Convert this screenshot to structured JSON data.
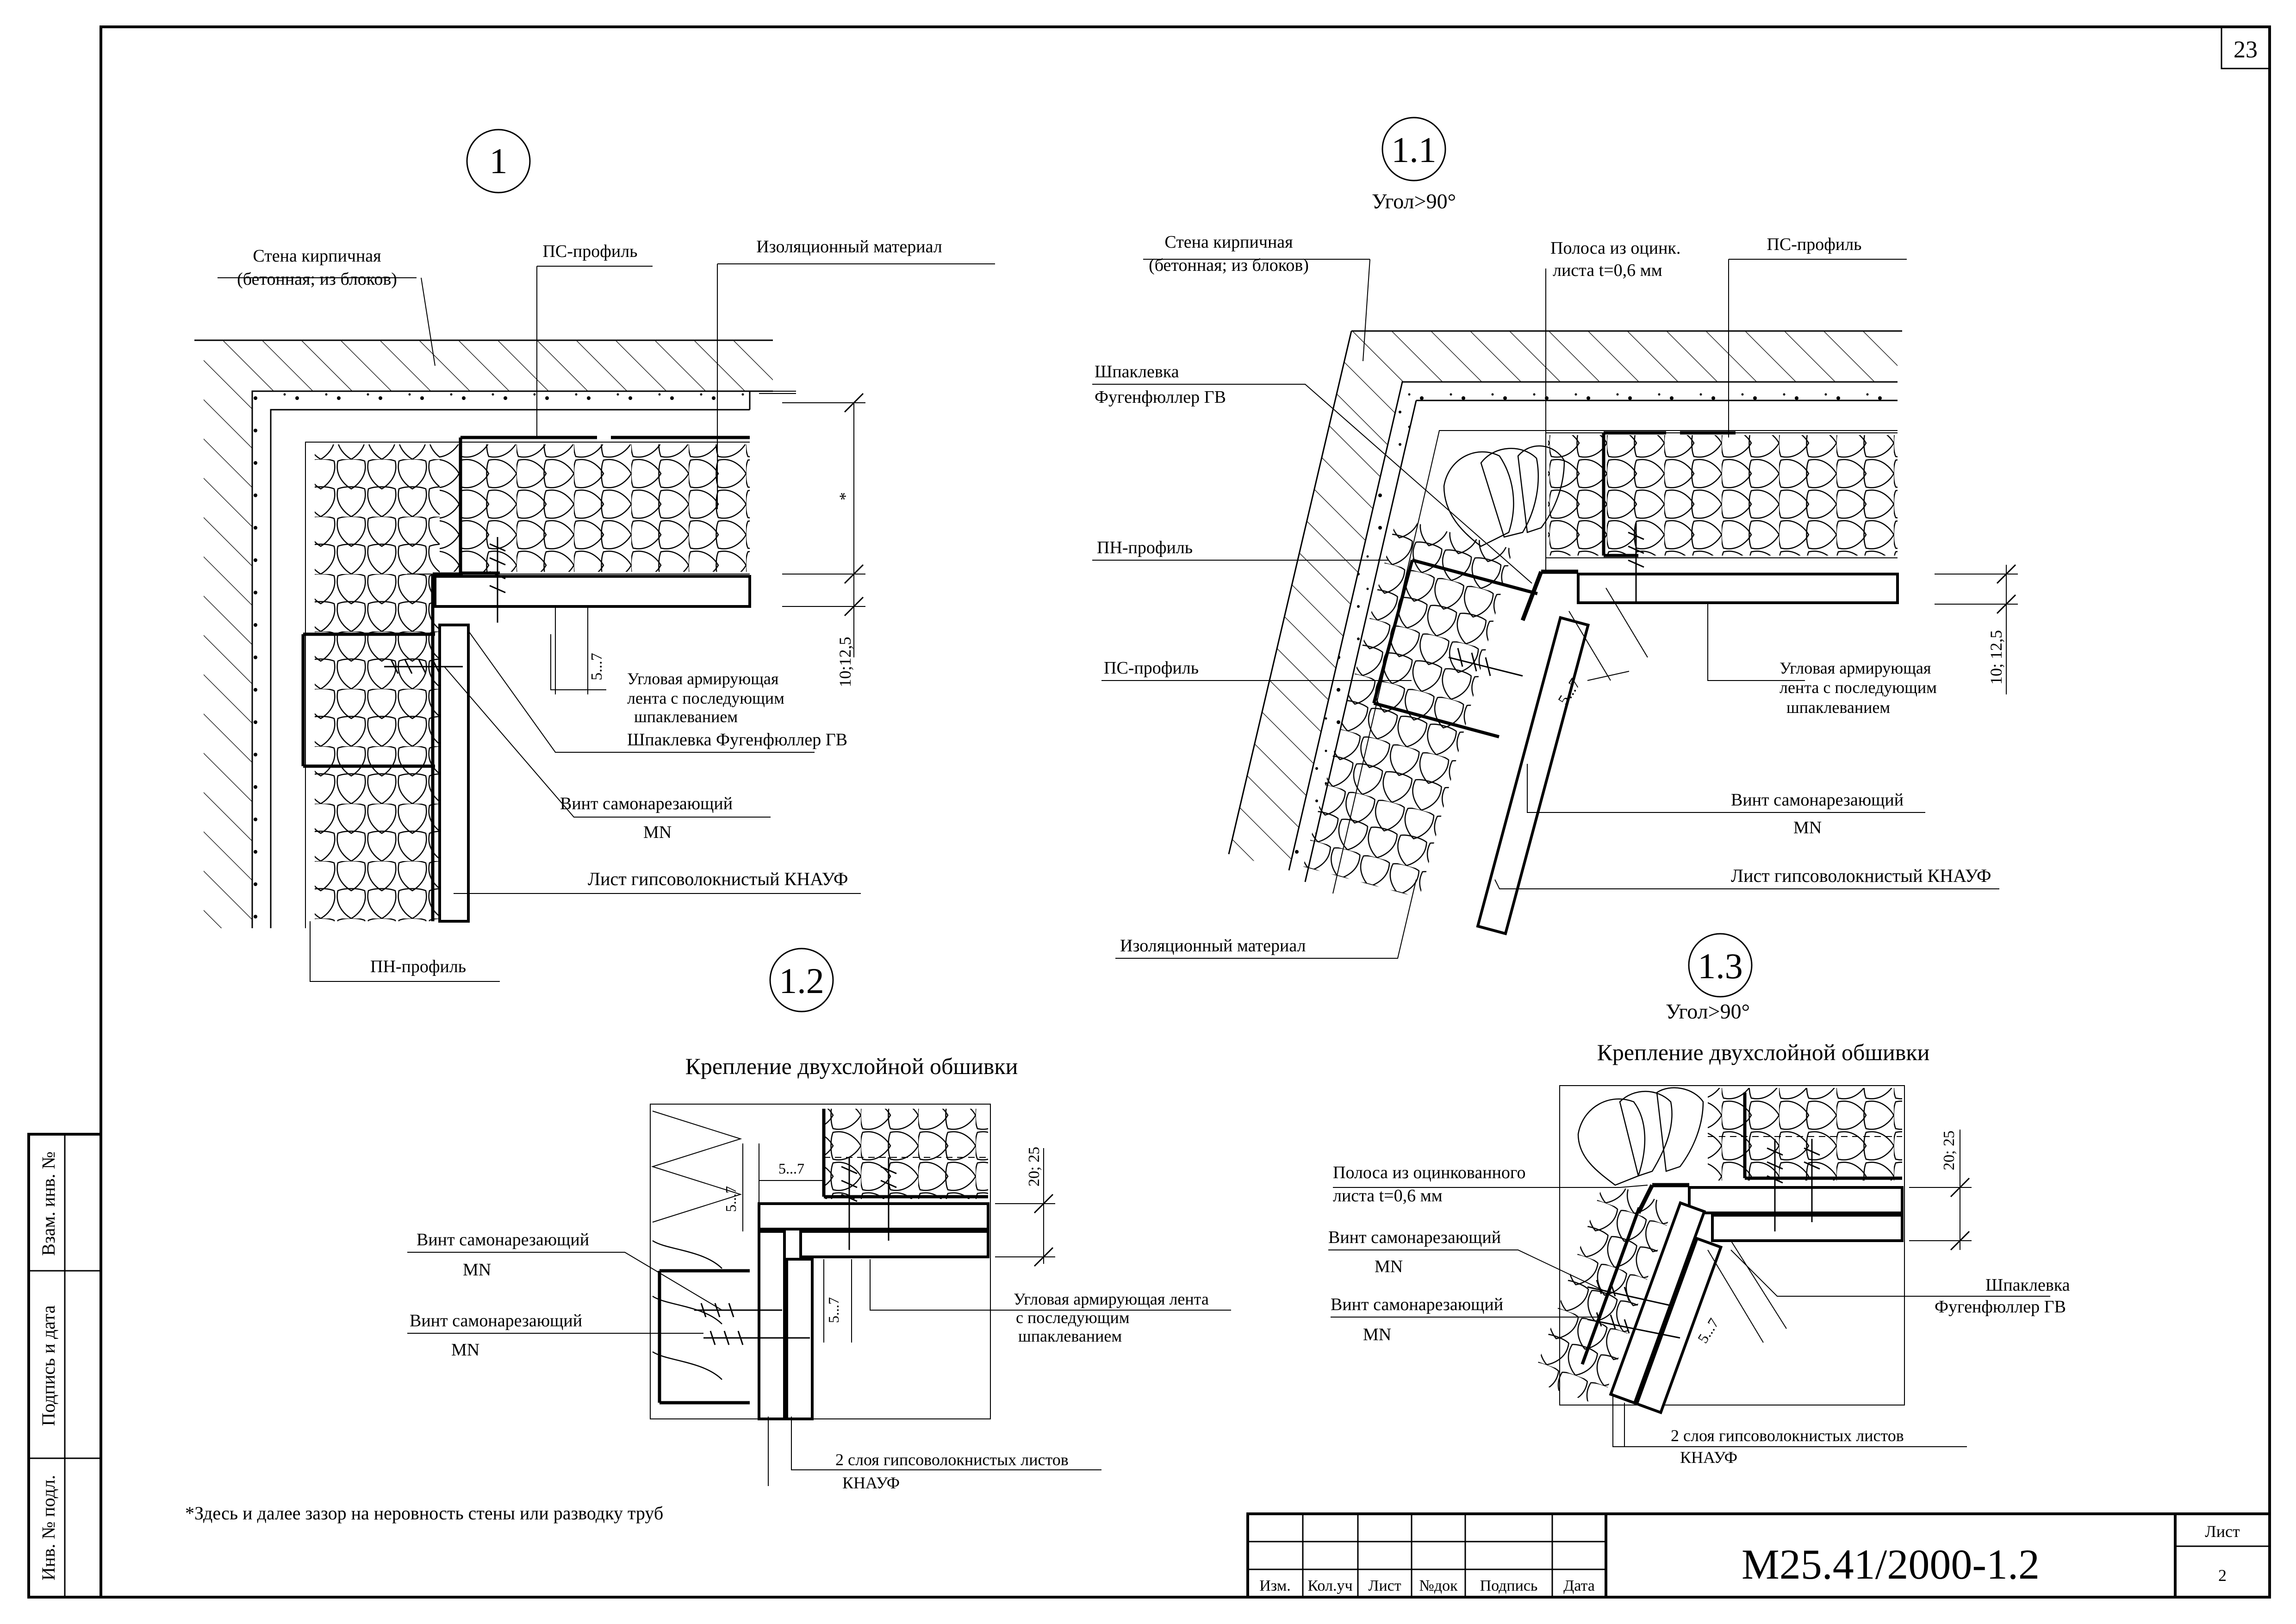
{
  "sheet_number": "23",
  "details": {
    "d1": {
      "number": "1",
      "wall": [
        "Стена кирпичная",
        "(бетонная; из блоков)"
      ],
      "ps_profile": "ПС-профиль",
      "insulation": "Изоляционный материал",
      "tape": [
        "Угловая армирующая",
        "лента с последующим",
        "шпаклеванием"
      ],
      "putty": "Шпаклевка Фугенфюллер ГВ",
      "screw": "Винт самонарезающий",
      "screw_mn": "MN",
      "sheet": "Лист гипсоволокнистый КНАУФ",
      "pn_profile": "ПН-профиль",
      "dim_gap": "5...7",
      "dim_thk": "10;12,5",
      "dim_star": "*"
    },
    "d11": {
      "number": "1.1",
      "angle": "Угол>90°",
      "wall": [
        "Стена кирпичная",
        "(бетонная; из блоков)"
      ],
      "strip": [
        "Полоса из оцинк.",
        "листа  t=0,6    мм"
      ],
      "ps_profile_top": "ПС-профиль",
      "putty": [
        "Шпаклевка",
        "Фугенфюллер ГВ"
      ],
      "pn_profile": "ПН-профиль",
      "ps_profile_left": "ПС-профиль",
      "tape": [
        "Угловая армирующая",
        "лента  с последующим",
        "шпаклеванием"
      ],
      "screw": "Винт самонарезающий",
      "screw_mn": "MN",
      "sheet": "Лист гипсоволокнистый  КНАУФ",
      "insulation": "Изоляционный материал",
      "dim_gap": "5...7",
      "dim_thk": "10; 12,5"
    },
    "d12": {
      "number": "1.2",
      "title": "Крепление двухслойной обшивки",
      "screw1": "Винт самонарезающий",
      "screw1_mn": "MN",
      "screw2": "Винт  самонарезающий",
      "screw2_mn": "MN",
      "tape": [
        "Угловая армирующая лента",
        "с последующим",
        "шпаклеванием"
      ],
      "layers": "2 слоя гипсоволокнистых листов",
      "knauf": "КНАУФ",
      "dim_gap_a": "5...7",
      "dim_gap_b": "5...7",
      "dim_gap_c": "5...7",
      "dim_thk": "20; 25"
    },
    "d13": {
      "number": "1.3",
      "angle": "Угол>90°",
      "title": "Крепление двухслойной обшивки",
      "strip": [
        "Полоса из  оцинкованного",
        "листа  t=0,6    мм"
      ],
      "screw1": "Винт самонарезающий",
      "screw1_mn": "MN",
      "screw2": "Винт самонарезающий",
      "screw2_mn": "MN",
      "putty": [
        "Шпаклевка",
        "Фугенфюллер ГВ"
      ],
      "layers": "2 слоя гипсоволокнистых листов",
      "knauf": "КНАУФ",
      "dim_gap": "5...7",
      "dim_thk": "20; 25"
    }
  },
  "footnote": "*Здесь и  далее зазор на неровность стены или разводку труб",
  "side_stamp": [
    "Взам. инв. №",
    "Подпись и дата",
    "Инв. № подл."
  ],
  "title_block": {
    "columns": [
      "Изм.",
      "Кол.уч",
      "Лист",
      "№док",
      "Подпись",
      "Дата"
    ],
    "code": "М25.41/2000-1.2",
    "sheet_label": "Лист",
    "sheet_value": "2"
  }
}
